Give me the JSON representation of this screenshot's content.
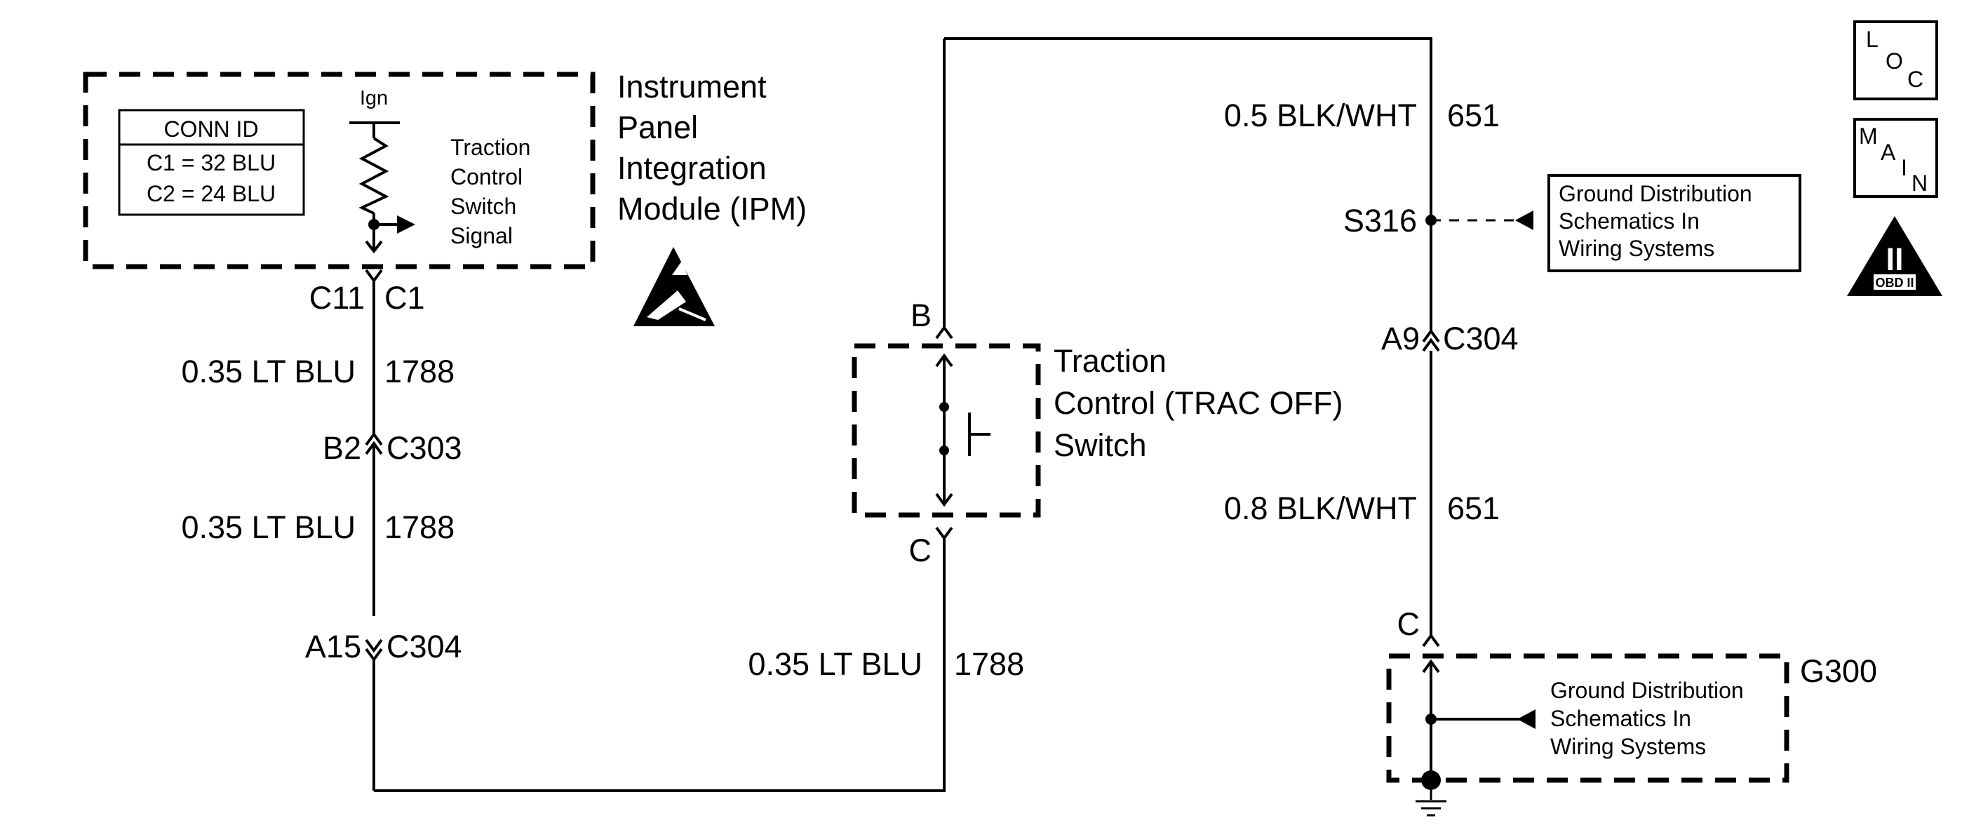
{
  "ipm": {
    "title_lines": [
      "Instrument",
      "Panel",
      "Integration",
      "Module (IPM)"
    ],
    "conn_id": {
      "header": "CONN ID",
      "rows": [
        "C1 = 32 BLU",
        "C2 = 24 BLU"
      ]
    },
    "ign_label": "Ign",
    "signal_lines": [
      "Traction",
      "Control",
      "Switch",
      "Signal"
    ],
    "pin": "C11",
    "connector": "C1"
  },
  "left_wire": {
    "segment_1": {
      "gauge_color": "0.35 LT BLU",
      "circuit": "1788"
    },
    "connector_c303": {
      "pin": "B2",
      "connector": "C303"
    },
    "segment_2": {
      "gauge_color": "0.35 LT BLU",
      "circuit": "1788"
    },
    "connector_c304": {
      "pin": "A15",
      "connector": "C304"
    }
  },
  "bottom_wire": {
    "gauge_color": "0.35 LT BLU",
    "circuit": "1788"
  },
  "switch": {
    "title_lines": [
      "Traction",
      "Control (TRAC OFF)",
      "Switch"
    ],
    "top_terminal": "B",
    "bottom_terminal": "C"
  },
  "right_wire": {
    "segment_1": {
      "gauge_color": "0.5 BLK/WHT",
      "circuit": "651"
    },
    "splice": "S316",
    "connector_c304": {
      "pin": "A9",
      "connector": "C304"
    },
    "segment_2": {
      "gauge_color": "0.8 BLK/WHT",
      "circuit": "651"
    },
    "ground_terminal": "C",
    "ground": "G300"
  },
  "references": {
    "splice_ref_lines": [
      "Ground Distribution",
      "Schematics In",
      "Wiring Systems"
    ],
    "ground_ref_lines": [
      "Ground Distribution",
      "Schematics In",
      "Wiring Systems"
    ]
  },
  "icons": {
    "loc": {
      "letters": [
        "L",
        "O",
        "C"
      ]
    },
    "main": {
      "letters": [
        "M",
        "A",
        "I",
        "N"
      ]
    },
    "obd": {
      "numeral": "II",
      "label": "OBD II"
    }
  }
}
